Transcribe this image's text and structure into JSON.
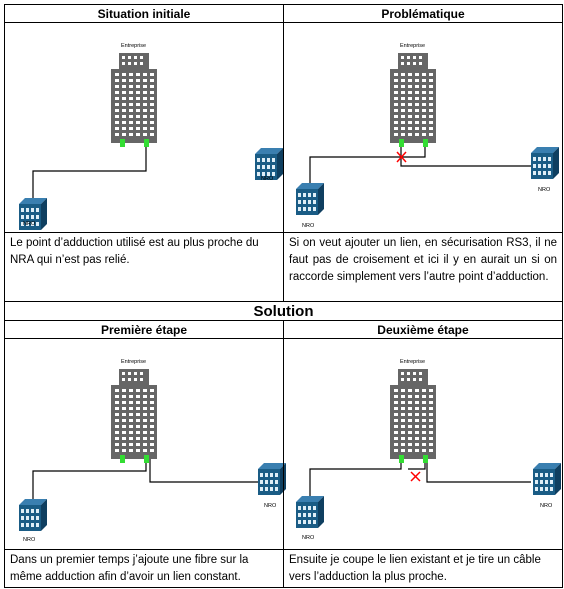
{
  "headers": {
    "situation": "Situation initiale",
    "problem": "Problématique",
    "solution": "Solution",
    "step1": "Première étape",
    "step2": "Deuxième étape"
  },
  "labels": {
    "building": "Entreprise",
    "nro": "NRO"
  },
  "captions": {
    "situation": "Le point d’adduction utilisé est au plus proche du NRA qui n’est pas relié.",
    "problem": "Si on veut ajouter un lien, en sécurisation RS3, il ne faut pas de croisement et ici il y en aurait un si on raccorde simplement vers l’autre point d’adduction.",
    "step1": "Dans un premier temps j’ajoute une fibre sur la même adduction afin d’avoir un lien constant.",
    "step2": "Ensuite je coupe le lien existant et je tire un câble vers l’adduction la plus proche."
  },
  "colors": {
    "building": "#666666",
    "window": "#ffffff",
    "adduction": "#33dd33",
    "router": "#1a5c85",
    "cross": "#ff0000",
    "line": "#000000"
  }
}
